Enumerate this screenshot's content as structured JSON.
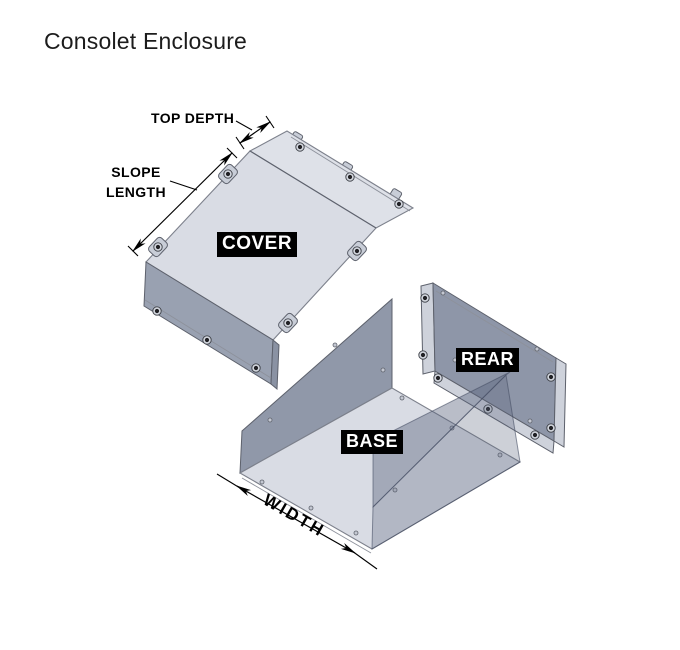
{
  "title": "Consolet Enclosure",
  "diagram": {
    "parts": {
      "cover": "COVER",
      "base": "BASE",
      "rear": "REAR"
    },
    "dimensions": {
      "top_depth": "TOP DEPTH",
      "slope_length_line1": "SLOPE",
      "slope_length_line2": "LENGTH",
      "width": "WIDTH"
    },
    "colors": {
      "face_light": "#d9dce4",
      "face_strip": "#dee1e8",
      "face_dark": "#99a1b1",
      "face_dark_edge": "#8a92a3",
      "wall_dark": "#9098a9",
      "rear_face": "#8e96a8",
      "flange_light": "#ced2db",
      "tab": "#c8cdd7",
      "glass": "rgba(88,98,124,0.30)",
      "glass_flange": "rgba(88,98,124,0.42)",
      "screw_dark": "#202024",
      "screw_ring": "#d3d7df",
      "hole_ring": "#c4c8d2",
      "annotation": "#000000",
      "label_bg": "#000000",
      "label_fg": "#ffffff",
      "title_color": "#1c1c1c"
    }
  }
}
